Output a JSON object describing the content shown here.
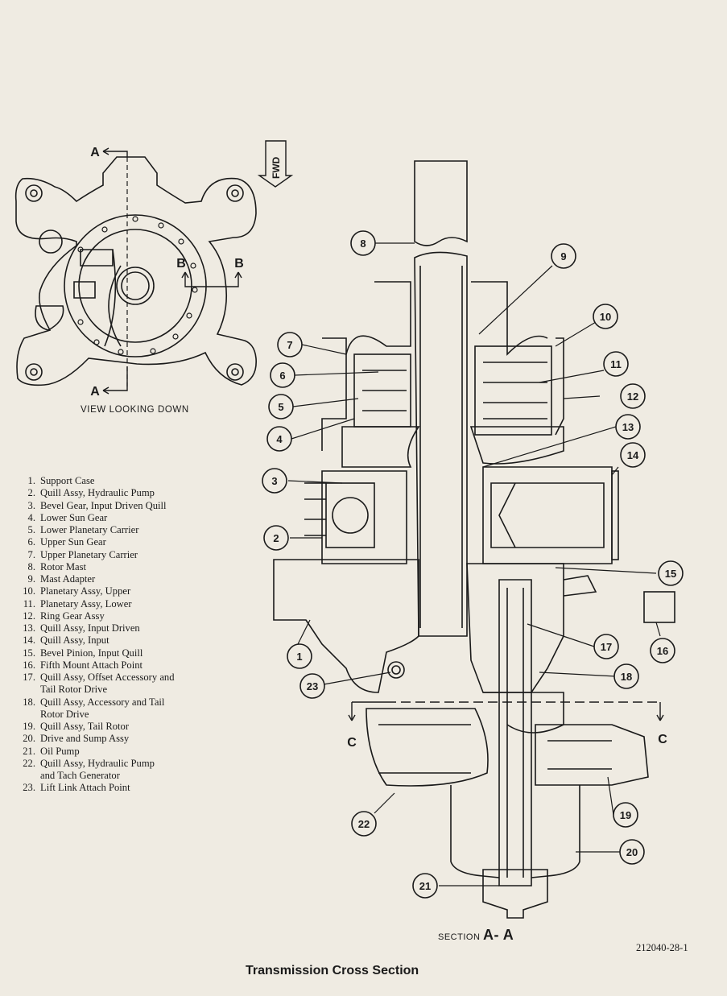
{
  "figure": {
    "title": "Transmission Cross Section",
    "figure_number": "212040-28-1",
    "view_caption": "VIEW LOOKING DOWN",
    "section_caption_prefix": "SECTION",
    "section_caption_letters": "A- A",
    "fwd_label": "FWD",
    "section_markers": {
      "a_top": "A",
      "a_bottom": "A",
      "b_left": "B",
      "b_right": "B",
      "c_left": "C",
      "c_right": "C"
    }
  },
  "legend": [
    {
      "num": "1.",
      "text": "Support Case"
    },
    {
      "num": "2.",
      "text": "Quill Assy, Hydraulic Pump"
    },
    {
      "num": "3.",
      "text": "Bevel Gear, Input Driven Quill"
    },
    {
      "num": "4.",
      "text": "Lower Sun Gear"
    },
    {
      "num": "5.",
      "text": "Lower Planetary Carrier"
    },
    {
      "num": "6.",
      "text": "Upper Sun Gear"
    },
    {
      "num": "7.",
      "text": "Upper Planetary Carrier"
    },
    {
      "num": "8.",
      "text": "Rotor Mast"
    },
    {
      "num": "9.",
      "text": "Mast Adapter"
    },
    {
      "num": "10.",
      "text": "Planetary Assy, Upper"
    },
    {
      "num": "11.",
      "text": "Planetary Assy, Lower"
    },
    {
      "num": "12.",
      "text": "Ring Gear Assy"
    },
    {
      "num": "13.",
      "text": "Quill Assy, Input Driven"
    },
    {
      "num": "14.",
      "text": "Quill Assy, Input"
    },
    {
      "num": "15.",
      "text": "Bevel Pinion, Input Quill"
    },
    {
      "num": "16.",
      "text": "Fifth Mount Attach Point"
    },
    {
      "num": "17.",
      "text": "Quill Assy, Offset Accessory and"
    },
    {
      "num": "",
      "text": "Tail Rotor Drive"
    },
    {
      "num": "18.",
      "text": "Quill Assy, Accessory and Tail"
    },
    {
      "num": "",
      "text": "Rotor Drive"
    },
    {
      "num": "19.",
      "text": "Quill Assy, Tail Rotor"
    },
    {
      "num": "20.",
      "text": "Drive and Sump Assy"
    },
    {
      "num": "21.",
      "text": "Oil Pump"
    },
    {
      "num": "22.",
      "text": "Quill Assy, Hydraulic Pump"
    },
    {
      "num": "",
      "text": "and Tach Generator"
    },
    {
      "num": "23.",
      "text": "Lift Link Attach Point"
    }
  ],
  "callouts": [
    "1",
    "2",
    "3",
    "4",
    "5",
    "6",
    "7",
    "8",
    "9",
    "10",
    "11",
    "12",
    "13",
    "14",
    "15",
    "16",
    "17",
    "18",
    "19",
    "20",
    "21",
    "22",
    "23"
  ],
  "colors": {
    "paper": "#efebe2",
    "ink": "#1a1a1a"
  }
}
